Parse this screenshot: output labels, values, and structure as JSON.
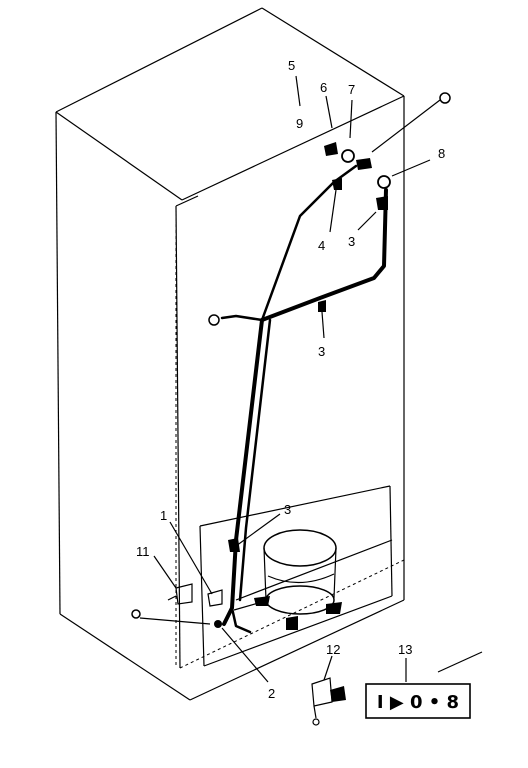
{
  "diagram": {
    "callouts": {
      "c1": "1",
      "c2": "2",
      "c3a": "3",
      "c3b": "3",
      "c3c": "3",
      "c4": "4",
      "c5": "5",
      "c6": "6",
      "c7": "7",
      "c8": "8",
      "c9": "9",
      "c11": "11",
      "c12": "12",
      "c13": "13"
    },
    "kit_label": "I ▶ 0 • 8"
  }
}
